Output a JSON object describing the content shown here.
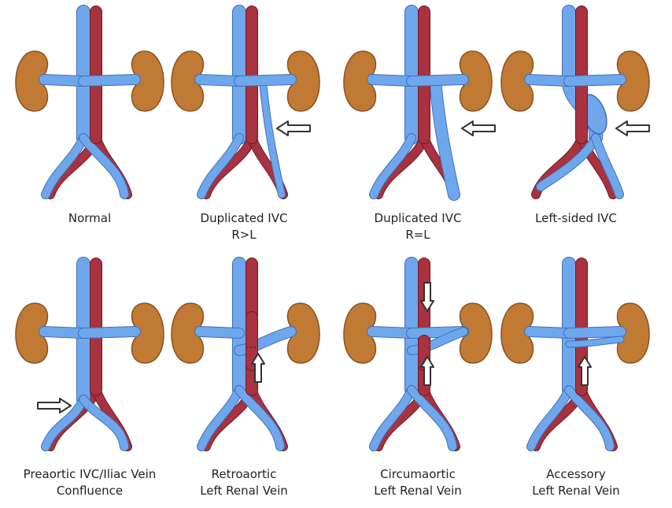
{
  "colors": {
    "vein": "#6fa7ec",
    "vein_dark": "#3f6fb9",
    "artery": "#a8323f",
    "artery_dark": "#6e1b25",
    "kidney": "#c07a34",
    "kidney_dark": "#8a5220",
    "arrow_fill": "#ffffff",
    "arrow_stroke": "#333333"
  },
  "icons": [
    "anatomy-vessels",
    "outline-arrow"
  ],
  "panels": [
    {
      "id": "normal",
      "caption": [
        "Normal"
      ],
      "arrow": null
    },
    {
      "id": "duplicated-rl",
      "caption": [
        "Duplicated IVC",
        "R>L"
      ],
      "arrow": "left"
    },
    {
      "id": "duplicated-eq",
      "caption": [
        "Duplicated IVC",
        "R=L"
      ],
      "arrow": "left"
    },
    {
      "id": "left-sided",
      "caption": [
        "Left-sided IVC"
      ],
      "arrow": "left"
    },
    {
      "id": "preaortic",
      "caption": [
        "Preaortic IVC/Iliac Vein",
        "Confluence"
      ],
      "arrow": "right"
    },
    {
      "id": "retroaortic",
      "caption": [
        "Retroaortic",
        "Left Renal Vein"
      ],
      "arrow": "up"
    },
    {
      "id": "circumaortic",
      "caption": [
        "Circumaortic",
        "Left Renal Vein"
      ],
      "arrow": "up-down"
    },
    {
      "id": "accessory",
      "caption": [
        "Accessory",
        "Left Renal Vein"
      ],
      "arrow": "up"
    }
  ]
}
